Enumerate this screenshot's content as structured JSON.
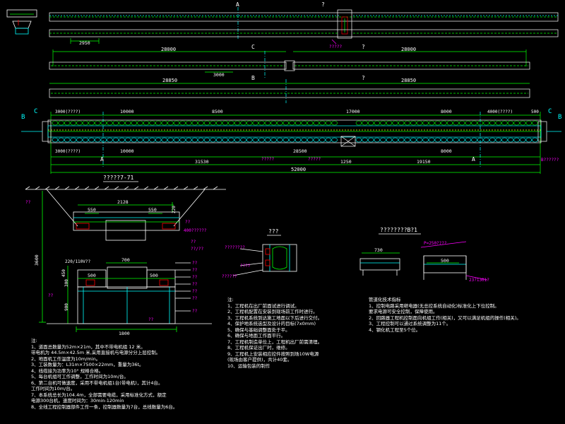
{
  "colors": {
    "background": "#000000",
    "white": "#ffffff",
    "green": "#00ff00",
    "red": "#ff0000",
    "yellow": "#ffff00",
    "cyan": "#00ffff",
    "magenta": "#ff00ff",
    "blue": "#3050ff"
  },
  "top_markers": {
    "a": "A",
    "q": "?"
  },
  "strip2": {
    "dim1": "2950",
    "magenta_label": "?????"
  },
  "strip3": {
    "dim_left": "28000",
    "dim_right": "28000",
    "mark_c": "C",
    "mark_q": "?",
    "dim_mid": "3000"
  },
  "strip4": {
    "dim_left": "28850",
    "dim_right": "28850",
    "mark_b": "B",
    "mark_q": "?"
  },
  "main_plan": {
    "top_left": "3000(????)",
    "top_dims": [
      "10000",
      "8500",
      "17000",
      "8000"
    ],
    "top_right": "4000(????)",
    "top_end": "500",
    "bot_left": "3000(????)",
    "bot_dims": [
      "10000",
      "28500",
      "8000"
    ],
    "label_a1": "A",
    "label_a2": "A",
    "label_b": "B",
    "label_c": "C",
    "label_q1": "?????",
    "label_q2": "?????",
    "overall": [
      "31530",
      "1250",
      "19150"
    ],
    "total": "52000",
    "right_note": "B??????",
    "section_b_left": "B",
    "section_b_right": "B",
    "section_c_left": "C",
    "section_c_right": "C"
  },
  "section_title_left": "?????7-71",
  "section_left": {
    "dim_2128": "2128",
    "dim_550a": "550",
    "dim_550b": "550",
    "dim_220": "220",
    "dim_3600": "3600",
    "label_q": "??",
    "label_400": "400??????",
    "dim_700": "700",
    "dim_500a": "500",
    "dim_500b": "500",
    "dim_1800": "1800",
    "dim_300": "300",
    "dim_900": "900",
    "dim_450": "450",
    "dim_220b": "220/110V??",
    "side_labels": [
      "??",
      "??",
      "??",
      "??",
      "??",
      "??",
      "??",
      "??",
      "??/??",
      "??",
      "??",
      "??"
    ]
  },
  "detail_title": "???",
  "detail_labels": [
    "????????",
    "????",
    "??????"
  ],
  "side_view_title": "????????B?1",
  "side_view": {
    "dim_730": "730",
    "dim_500": "500",
    "label_p": "P=250????",
    "label_23": "23?1301?"
  },
  "notes_left_title": "注:",
  "notes_left": [
    "1、道面总数量为52m×21m，其中不带电机组 12 米。",
    "   带电机为 44.5m×42.5m 米,采用直接机与电源分分上层控制。",
    "2、地面机工作温度为10m/min。",
    "3、工装数量为：L31m×7500×22mm，重量为36t。",
    "4、线缆接为功率为10° 规格合格。",
    "5、每台机组可工作调整，工作时间为10m/台。",
    "6、第二台机可做速度，采用不带电机组1台(带电机)，其计4台。",
    "   工作时间为10m/台。",
    "7、本系统总长为104.4m，全部需要电缆，采用标准化方式，额定",
    "   电源300台机，速度时间为：30min-120min",
    "8、全线工程控制器部件工作一条，控制器数量为7台，总线数量为6台。"
  ],
  "notes_mid_title": "注:",
  "notes_mid": [
    "1、工程机在出厂前面试进行调试。",
    "2、工程机配置在安装到现场前工作时进行。",
    "3、工程机系统到达施工地面以下后进行交付。",
    "4、保护地系统选型及设计的目标(7x0mm)",
    "5、确保与基础调整面处于平。",
    "6、确保与地面工作面平行。",
    "7、工程机制造单位上，工程机出厂前需清理。",
    "8、工程机保证出厂时，维修。",
    "9、工程机上安装相应控件按照到场10W电源",
    "   (现场由客户提供)，共计40套。",
    "10、运输包装的制作"
  ],
  "notes_right_title": "管道化技术指标",
  "notes_right": [
    "1、控制电路采用继电器(无总控系统自动化)标准化上下位控制。",
    "   要求电源可安全控制，保障使用。",
    "2、回路器工程机控制面向机组工作(相关)，又可以满足机组的操作(相关)。",
    "3、工程控制可以通过系统调整为11个。",
    "4、钢化机工程至5个位。"
  ]
}
